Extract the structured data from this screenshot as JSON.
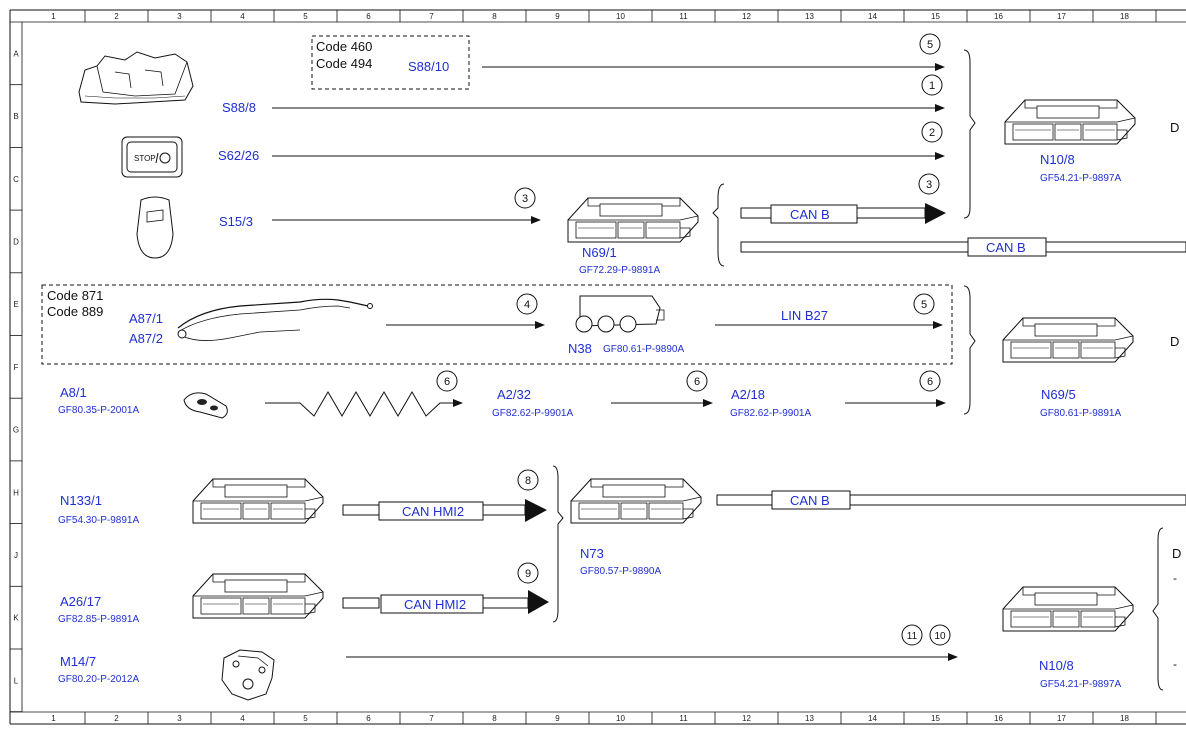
{
  "ruler": {
    "columns": [
      "1",
      "2",
      "3",
      "4",
      "5",
      "6",
      "7",
      "8",
      "9",
      "10",
      "11",
      "12",
      "13",
      "14",
      "15",
      "16",
      "17",
      "18"
    ],
    "rows": [
      "A",
      "B",
      "C",
      "D",
      "E",
      "F",
      "G",
      "H",
      "J",
      "K",
      "L"
    ]
  },
  "codes": {
    "top": [
      "Code 460",
      "Code 494"
    ],
    "middle": [
      "Code 871",
      "Code 889"
    ]
  },
  "components": {
    "s88_10": "S88/10",
    "s88_8": "S88/8",
    "s62_26": "S62/26",
    "s15_3": "S15/3",
    "a87_1": "A87/1",
    "a87_2": "A87/2",
    "a8_1": "A8/1",
    "a8_1_ref": "GF80.35-P-2001A",
    "a2_32": "A2/32",
    "a2_32_ref": "GF82.62-P-9901A",
    "a2_18": "A2/18",
    "a2_18_ref": "GF82.62-P-9901A",
    "n69_1": "N69/1",
    "n69_1_ref": "GF72.29-P-9891A",
    "n38": "N38",
    "n38_ref": "GF80.61-P-9890A",
    "n10_8_top": "N10/8",
    "n10_8_top_ref": "GF54.21-P-9897A",
    "n69_5": "N69/5",
    "n69_5_ref": "GF80.61-P-9891A",
    "n133_1": "N133/1",
    "n133_1_ref": "GF54.30-P-9891A",
    "a26_17": "A26/17",
    "a26_17_ref": "GF82.85-P-9891A",
    "n73": "N73",
    "n73_ref": "GF80.57-P-9890A",
    "m14_7": "M14/7",
    "m14_7_ref": "GF80.20-P-2012A",
    "n10_8_bottom": "N10/8",
    "n10_8_bottom_ref": "GF54.21-P-9897A",
    "stop_button_text": "STOP"
  },
  "buses": {
    "can_b": "CAN B",
    "lin_b27": "LIN B27",
    "can_hmi2": "CAN HMI2"
  },
  "signals": {
    "n1": "1",
    "n2": "2",
    "n3": "3",
    "n4": "4",
    "n5": "5",
    "n6": "6",
    "n8": "8",
    "n9": "9",
    "n10": "10",
    "n11": "11"
  },
  "edge_marks": {
    "right_letter": "D",
    "dash": "-"
  },
  "colors": {
    "label_blue": "#1f2fd0",
    "line": "#111111"
  }
}
